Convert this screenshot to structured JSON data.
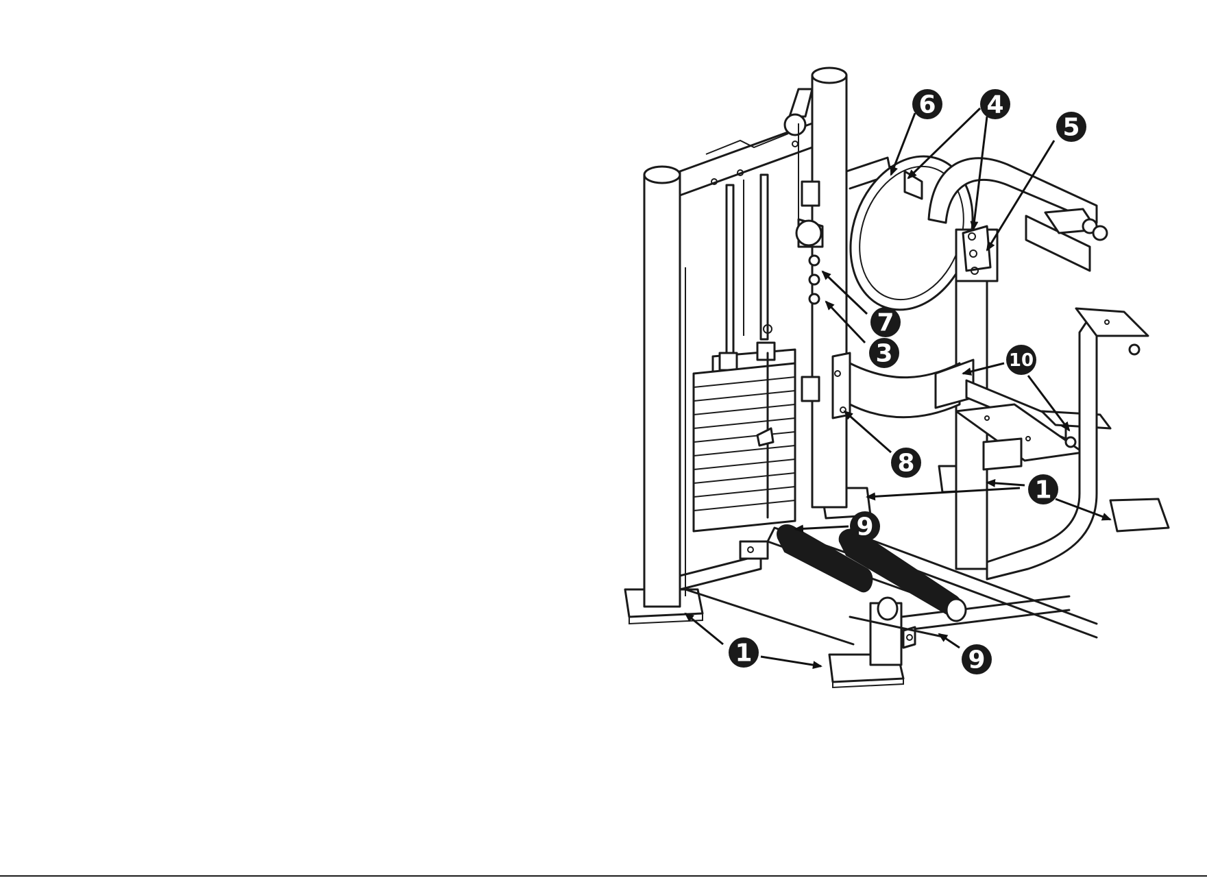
{
  "callouts": [
    {
      "id": "c1-top-right",
      "number": "1"
    },
    {
      "id": "c1-bottom-left",
      "number": "1"
    },
    {
      "id": "c3",
      "number": "3"
    },
    {
      "id": "c4",
      "number": "4"
    },
    {
      "id": "c5",
      "number": "5"
    },
    {
      "id": "c6",
      "number": "6"
    },
    {
      "id": "c7",
      "number": "7"
    },
    {
      "id": "c8",
      "number": "8"
    },
    {
      "id": "c9-top",
      "number": "9"
    },
    {
      "id": "c9-bottom",
      "number": "9"
    },
    {
      "id": "c10",
      "number": "10"
    }
  ],
  "colors": {
    "ink": "#1a1a1a",
    "paper": "#ffffff"
  }
}
